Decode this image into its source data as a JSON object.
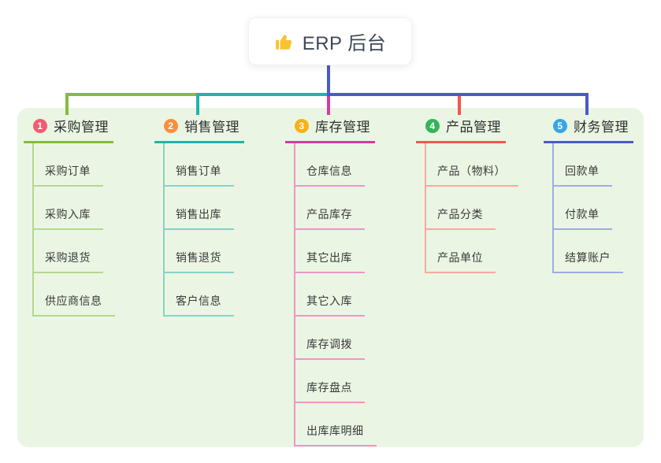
{
  "root": {
    "icon": "thumbs-up",
    "label": "ERP 后台"
  },
  "colors": {
    "panel_bg": "#EAF6E3",
    "root_text": "#3D4859",
    "thumb_yellow": "#F7C331"
  },
  "branches": [
    {
      "number": "1",
      "label": "采购管理",
      "color": "#85BC3F",
      "light": "#B5D88A",
      "badge": "#F25C72",
      "children": [
        "采购订单",
        "采购入库",
        "采购退货",
        "供应商信息"
      ]
    },
    {
      "number": "2",
      "label": "销售管理",
      "color": "#21B3AB",
      "light": "#86D2CB",
      "badge": "#FA8E3D",
      "children": [
        "销售订单",
        "销售出库",
        "销售退货",
        "客户信息"
      ]
    },
    {
      "number": "3",
      "label": "库存管理",
      "color": "#D93A9E",
      "light": "#EE95C8",
      "badge": "#F9B117",
      "children": [
        "仓库信息",
        "产品库存",
        "其它出库",
        "其它入库",
        "库存调拨",
        "库存盘点",
        "出库库明细"
      ]
    },
    {
      "number": "4",
      "label": "产品管理",
      "color": "#F4564E",
      "light": "#FAA8A0",
      "badge": "#36B45A",
      "children": [
        "产品（物料）",
        "产品分类",
        "产品单位"
      ]
    },
    {
      "number": "5",
      "label": "财务管理",
      "color": "#4A5AC9",
      "light": "#9FABE2",
      "badge": "#36A6E6",
      "children": [
        "回款单",
        "付款单",
        "结算账户"
      ]
    }
  ]
}
